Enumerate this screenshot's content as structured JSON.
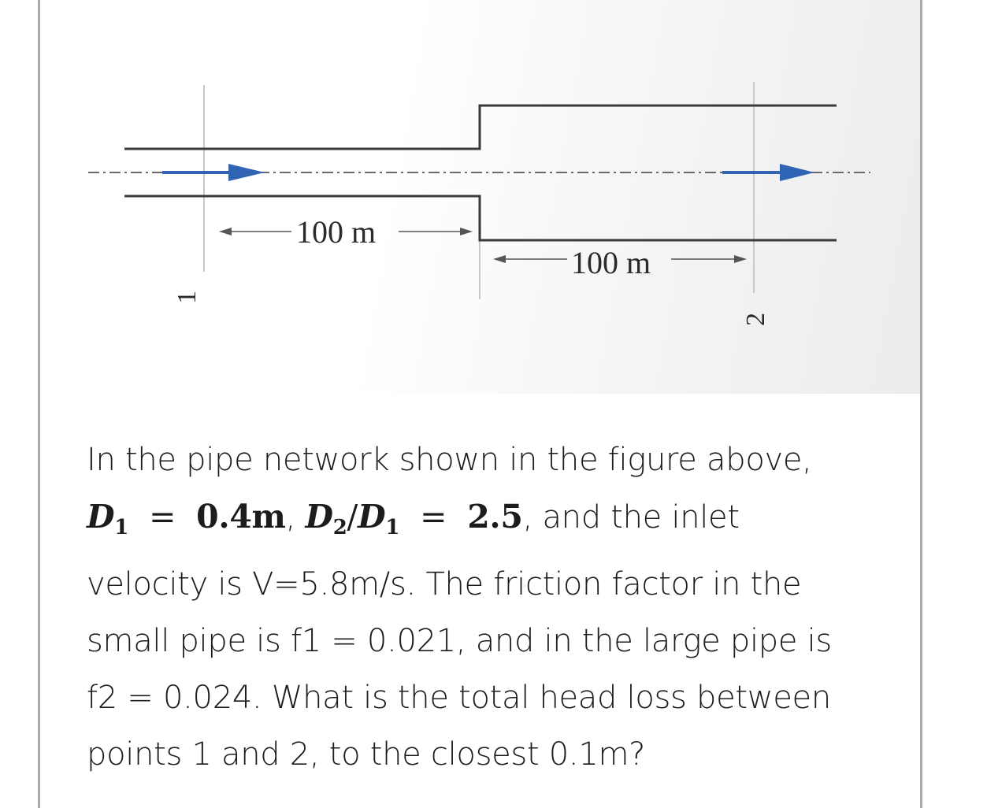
{
  "figure": {
    "length_label_1": "100 m",
    "length_label_2": "100 m",
    "point_1_label": "1",
    "point_2_label": "2",
    "flow_arrow_color": "#2f63b3",
    "pipe_color": "#3a3a3a"
  },
  "question": {
    "line1": "In the pipe network shown in the figure above,",
    "line2_math": {
      "d1_symbol": "D",
      "d1_sub": "1",
      "eq1": "=",
      "d1_value": "0.4m",
      "comma": ",",
      "d2_symbol": "D",
      "d2_sub": "2",
      "slash": "/",
      "d1b_symbol": "D",
      "d1b_sub": "1",
      "eq2": "=",
      "ratio_value": "2.5"
    },
    "line2_tail": ", and the inlet",
    "line3": "velocity is V=5.8m/s. The friction factor in the",
    "line4": "small pipe is f1 = 0.021, and in the large pipe is",
    "line5": "f2 = 0.024. What is the total head loss between",
    "line6": "points 1 and 2, to the closest 0.1m?"
  }
}
